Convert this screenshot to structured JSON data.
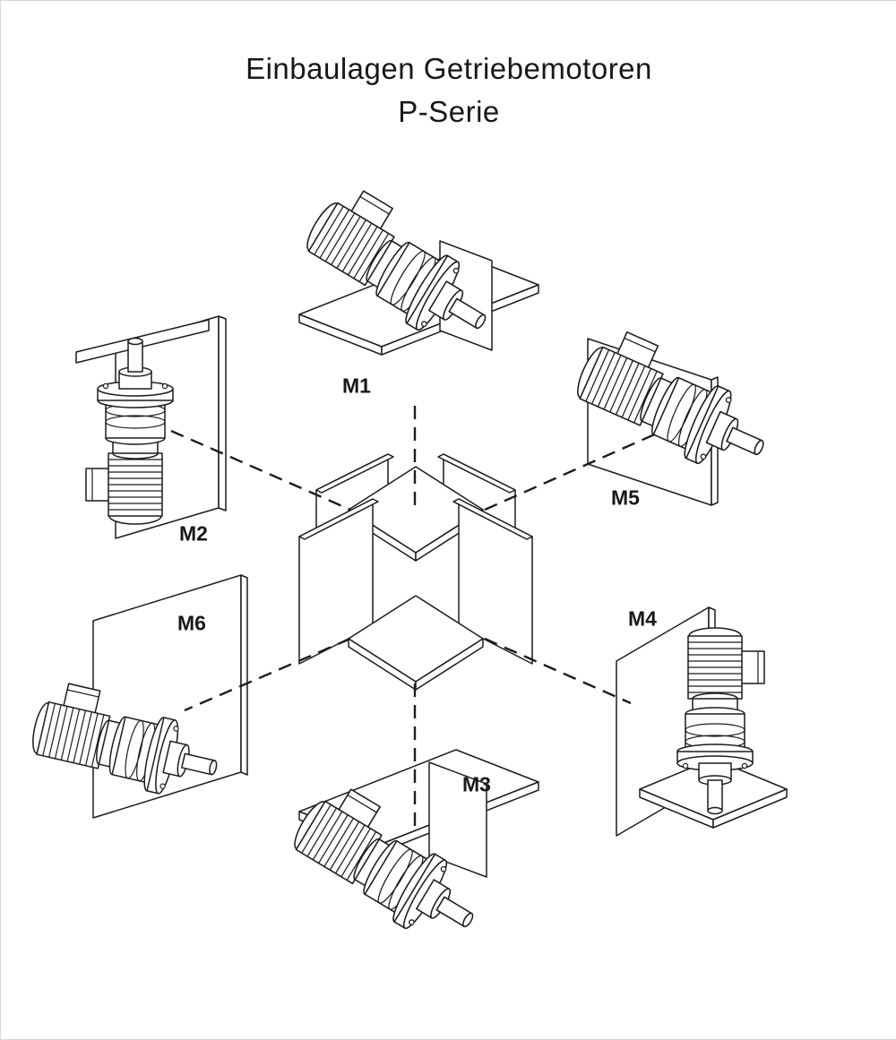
{
  "page": {
    "title_line1": "Einbaulagen Getriebemotoren",
    "title_line2": "P-Serie"
  },
  "positions": {
    "m1": {
      "label": "M1"
    },
    "m2": {
      "label": "M2"
    },
    "m3": {
      "label": "M3"
    },
    "m4": {
      "label": "M4"
    },
    "m5": {
      "label": "M5"
    },
    "m6": {
      "label": "M6"
    }
  },
  "colors": {
    "line": "#1c1c1c",
    "background": "#ffffff"
  }
}
